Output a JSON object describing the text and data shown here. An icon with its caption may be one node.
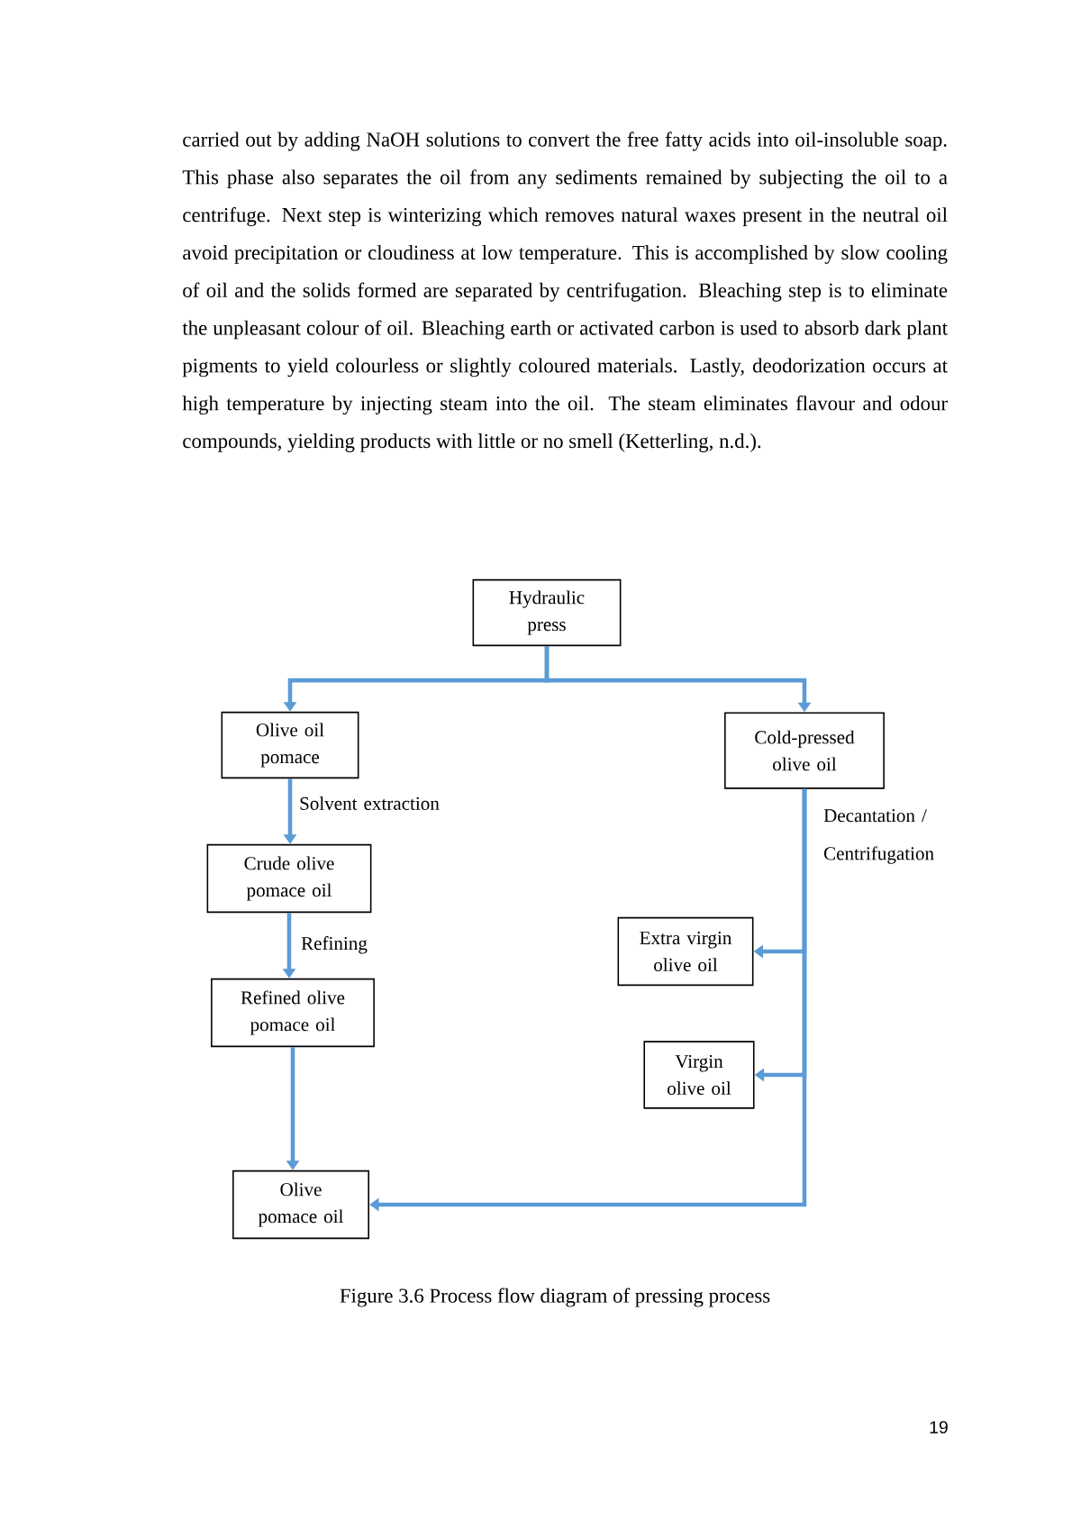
{
  "diagram": {
    "caption": "Figure 3.6 Process flow diagram of pressing process",
    "nodes": [
      {
        "text": [
          "Hydraulic press"
        ]
      },
      {
        "text": [
          "Olive oil pomace"
        ]
      },
      {
        "text": [
          "Cold-pressed olive oil"
        ]
      },
      {
        "text": [
          "Crude olive pomace oil"
        ]
      },
      {
        "text": [
          "Refined olive pomace oil"
        ]
      },
      {
        "text": [
          "Extra virgin olive oil"
        ]
      },
      {
        "text": [
          "Virgin olive oil"
        ]
      },
      {
        "text": [
          "Olive pomace oil"
        ]
      }
    ],
    "edges": [
      {
        "from": 0,
        "to": 1,
        "arrow": "to"
      },
      {
        "from": 0,
        "to": 2,
        "arrow": "to"
      },
      {
        "from": 1,
        "to": 3,
        "arrow": "to",
        "label": "Solvent extraction"
      },
      {
        "from": 3,
        "to": 4,
        "arrow": "to",
        "label": "Refining"
      },
      {
        "from": 4,
        "to": 7,
        "arrow": "to"
      },
      {
        "from": 2,
        "to": 5,
        "arrow": "to",
        "label": "Decantation / Centrifugation"
      },
      {
        "from": 2,
        "to": 6,
        "arrow": "to"
      },
      {
        "from": 2,
        "to": 7,
        "arrow": "to"
      }
    ],
    "labels": [
      "carried out by adding NaOH solutions to convert the free fatty acids into oil-insoluble soap. This phase also separates the oil from any sediments remained by subjecting the oil to a centrifuge. Next step is winterizing which removes natural waxes present in the neutral oil avoid precipitation or cloudiness at low temperature. This is accomplished by slow cooling of oil and the solids formed are separated by centrifugation. Bleaching step is to eliminate the unpleasant colour of oil. Bleaching earth or activated carbon is used to absorb dark plant pigments to yield colourless or slightly coloured materials. Lastly, deodorization occurs at high temperature by injecting steam into the oil. The steam eliminates flavour and odour compounds, yielding products with little or no smell (Ketterling, n.d.).",
      "19"
    ]
  }
}
